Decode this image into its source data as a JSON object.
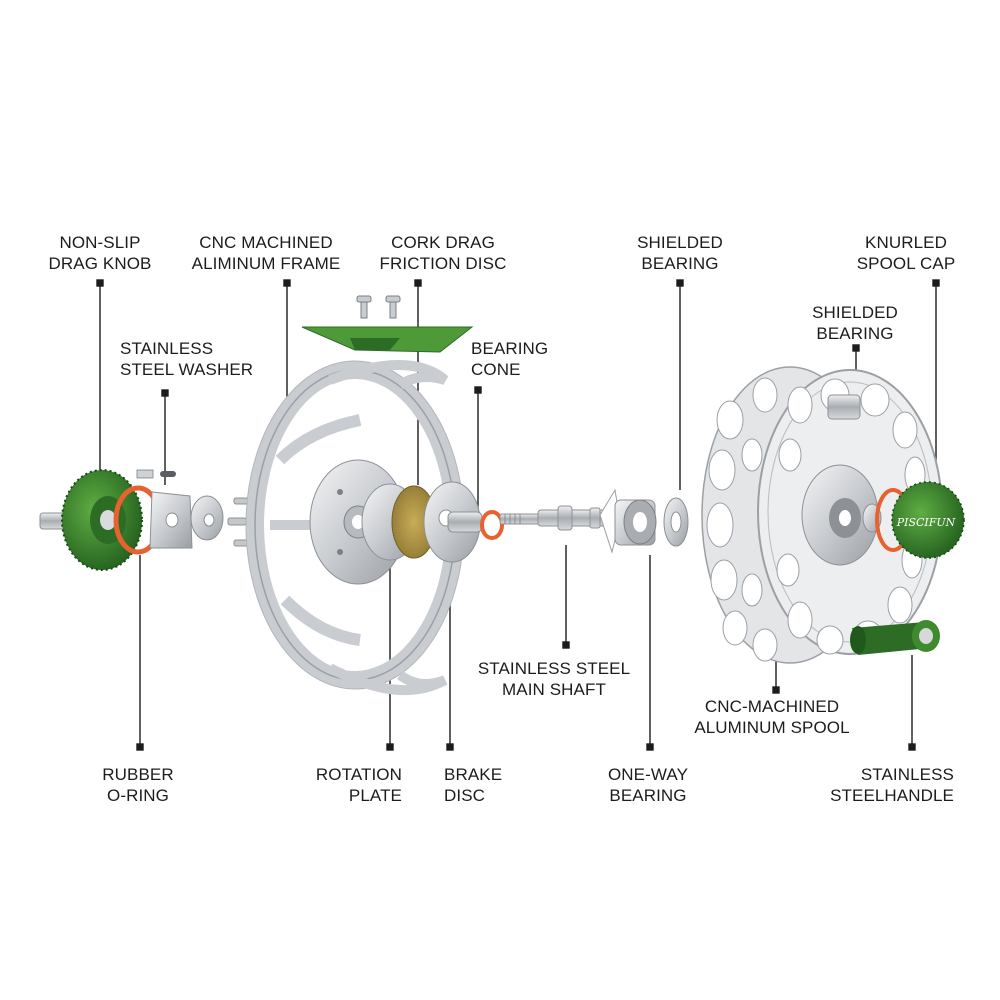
{
  "colors": {
    "green": "#3f8a2e",
    "green_dark": "#1f5a1c",
    "orange": "#e8622f",
    "silver": "#d6d8da",
    "silver_dark": "#8d9196",
    "cork": "#b59a45",
    "leader": "#1c1c1c"
  },
  "labels": {
    "drag_knob": [
      "NON-SLIP",
      "DRAG KNOB"
    ],
    "frame": [
      "CNC MACHINED",
      "ALIMINUM FRAME"
    ],
    "cork_disc": [
      "CORK DRAG",
      "FRICTION DISC"
    ],
    "shielded_top": [
      "SHIELDED",
      "BEARING"
    ],
    "spool_cap": [
      "KNURLED",
      "SPOOL CAP"
    ],
    "washer": [
      "STAINLESS",
      "STEEL WASHER"
    ],
    "bearing_cone": [
      "BEARING",
      "CONE"
    ],
    "shielded_mid": [
      "SHIELDED",
      "BEARING"
    ],
    "main_shaft": [
      "STAINLESS STEEL",
      "MAIN SHAFT"
    ],
    "spool": [
      "CNC-MACHINED",
      "ALUMINUM SPOOL"
    ],
    "o_ring": [
      "RUBBER",
      "O-RING"
    ],
    "rotation_plate": [
      "ROTATION",
      "PLATE"
    ],
    "brake_disc": [
      "BRAKE",
      "DISC"
    ],
    "one_way": [
      "ONE-WAY",
      "BEARING"
    ],
    "handle": [
      "STAINLESS",
      "STEELHANDLE"
    ]
  },
  "brand_mark": "PISCIFUN"
}
